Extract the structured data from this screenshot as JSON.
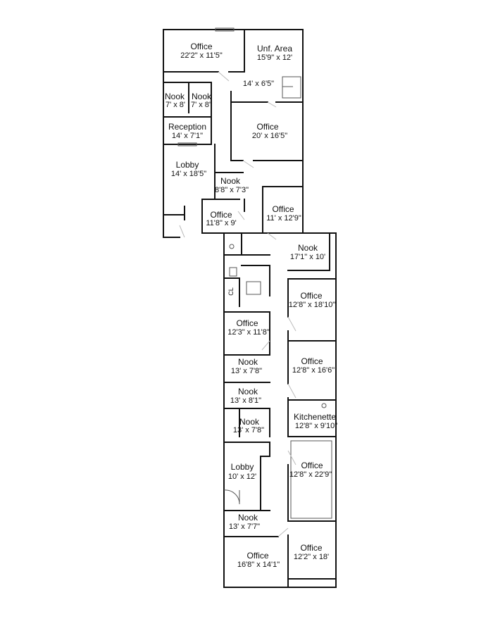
{
  "rooms": [
    {
      "name": "Office",
      "dims": "22'2\" x 11'5\""
    },
    {
      "name": "Unf. Area",
      "dims": "15'9\" x 12'"
    },
    {
      "name": "",
      "dims": "14' x 6'5\""
    },
    {
      "name": "Nook",
      "dims": "7' x 8'"
    },
    {
      "name": "Nook",
      "dims": "7' x 8'"
    },
    {
      "name": "Reception",
      "dims": "14' x 7'1\""
    },
    {
      "name": "Office",
      "dims": "20' x 16'5\""
    },
    {
      "name": "Lobby",
      "dims": "14' x 18'5\""
    },
    {
      "name": "Nook",
      "dims": "8'8\" x 7'3\""
    },
    {
      "name": "Office",
      "dims": "11'8\" x 9'"
    },
    {
      "name": "Office",
      "dims": "11' x 12'9\""
    },
    {
      "name": "Nook",
      "dims": "17'1\" x 10'"
    },
    {
      "name": "Office",
      "dims": "12'8\" x 18'10\""
    },
    {
      "name": "Office",
      "dims": "12'3\" x 11'8\""
    },
    {
      "name": "Office",
      "dims": "12'8\" x 16'6\""
    },
    {
      "name": "Nook",
      "dims": "13' x 7'8\""
    },
    {
      "name": "Nook",
      "dims": "13' x 8'1\""
    },
    {
      "name": "Kitchenette",
      "dims": "12'8\" x 9'10\""
    },
    {
      "name": "Nook",
      "dims": "13' x 7'8\""
    },
    {
      "name": "Office",
      "dims": "12'8\" x 22'9\""
    },
    {
      "name": "Lobby",
      "dims": "10' x 12'"
    },
    {
      "name": "Nook",
      "dims": "13' x 7'7\""
    },
    {
      "name": "Office",
      "dims": "16'8\" x 14'1\""
    },
    {
      "name": "Office",
      "dims": "12'2\" x 18'"
    }
  ],
  "fixtures": {
    "closet_label": "CL"
  }
}
